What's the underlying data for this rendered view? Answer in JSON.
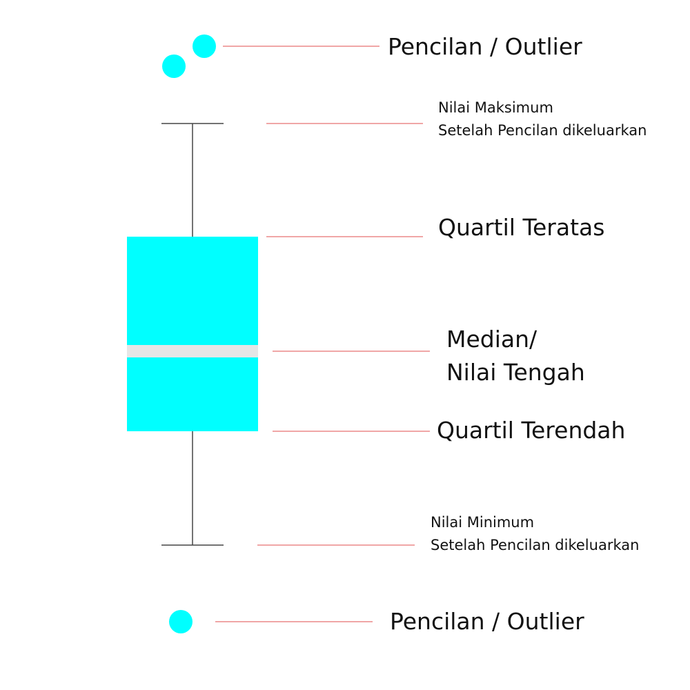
{
  "colors": {
    "box": "#00ffff",
    "median_band": "#e6e6e6",
    "whisker": "#444444",
    "leader": "#e87070",
    "text": "#111111",
    "background": "#ffffff"
  },
  "labels": {
    "outlier_top": "Pencilan / Outlier",
    "max_line1": "Nilai Maksimum",
    "max_line2": "Setelah Pencilan dikeluarkan",
    "upper_quartile": "Quartil Teratas",
    "median_line1": "Median/",
    "median_line2": "Nilai Tengah",
    "lower_quartile": "Quartil Terendah",
    "min_line1": "Nilai Minimum",
    "min_line2": "Setelah Pencilan dikeluarkan",
    "outlier_bottom": "Pencilan / Outlier"
  }
}
